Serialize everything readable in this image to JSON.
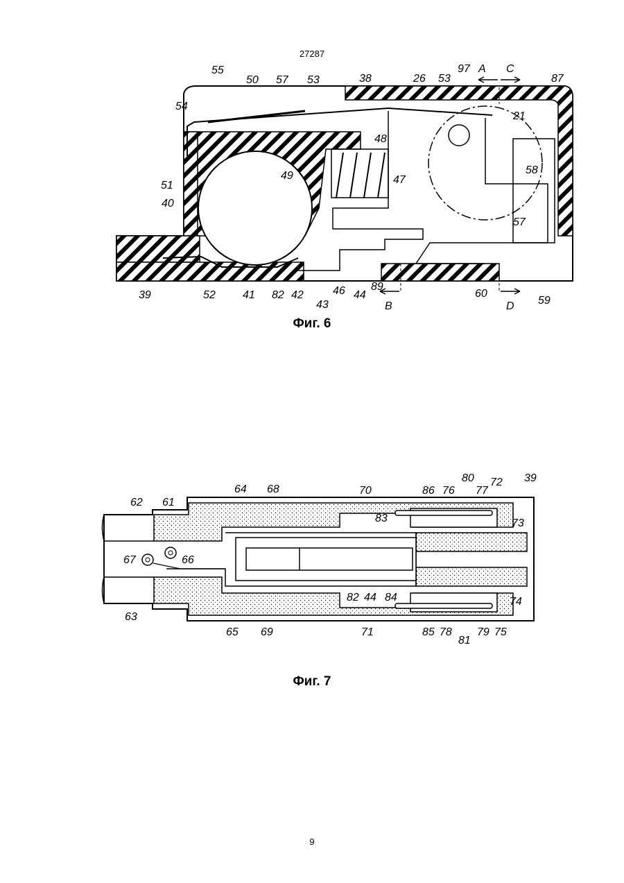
{
  "document_number": "27287",
  "figure6": {
    "caption": "Фиг. 6",
    "labels": [
      "55",
      "50",
      "57",
      "53",
      "38",
      "26",
      "53",
      "97",
      "A",
      "C",
      "87",
      "54",
      "21",
      "48",
      "49",
      "47",
      "51",
      "58",
      "40",
      "57",
      "39",
      "52",
      "41",
      "82",
      "42",
      "43",
      "46",
      "44",
      "89",
      "B",
      "60",
      "D",
      "59"
    ]
  },
  "figure7": {
    "caption": "Фиг. 7",
    "labels": [
      "64",
      "68",
      "70",
      "86",
      "76",
      "80",
      "77",
      "72",
      "39",
      "62",
      "61",
      "83",
      "73",
      "67",
      "66",
      "82",
      "44",
      "84",
      "74",
      "63",
      "65",
      "69",
      "71",
      "85",
      "78",
      "81",
      "79",
      "75"
    ]
  },
  "page_number": "9"
}
